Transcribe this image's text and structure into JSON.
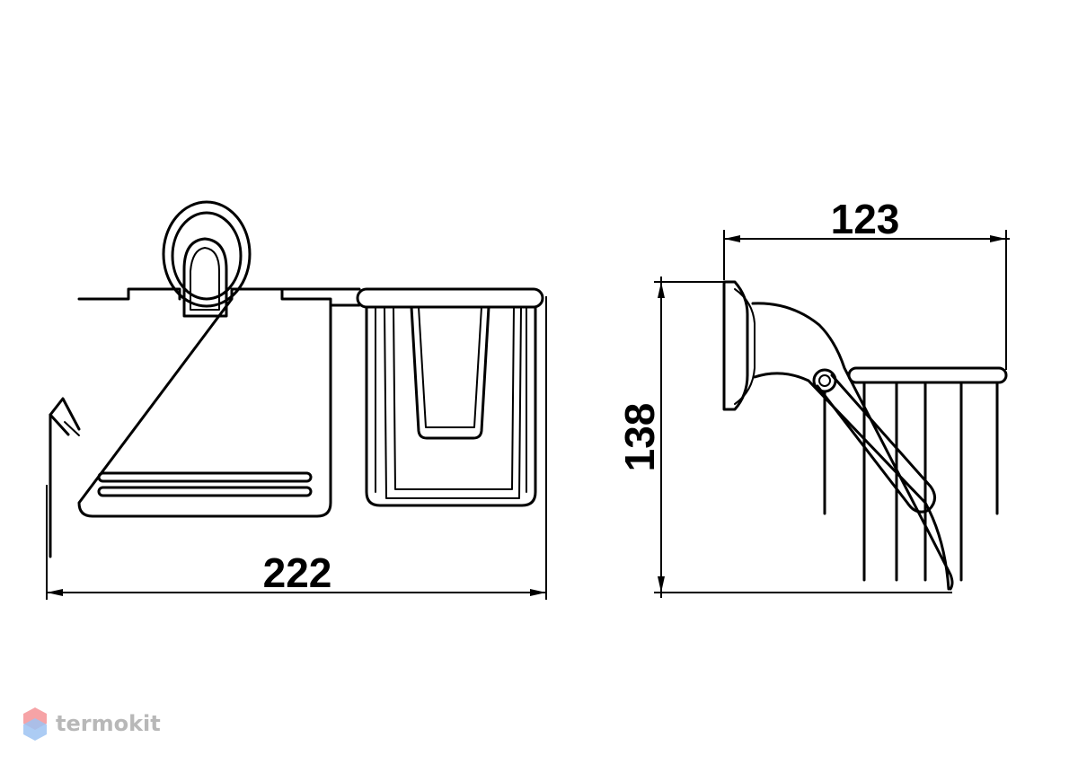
{
  "dimensions": {
    "width_front": "222",
    "height_side": "138",
    "depth_side": "123"
  },
  "watermark": {
    "text": "termokit",
    "colors": [
      "#f6a3a6",
      "#9ec3f2",
      "#c9d3f0"
    ]
  }
}
